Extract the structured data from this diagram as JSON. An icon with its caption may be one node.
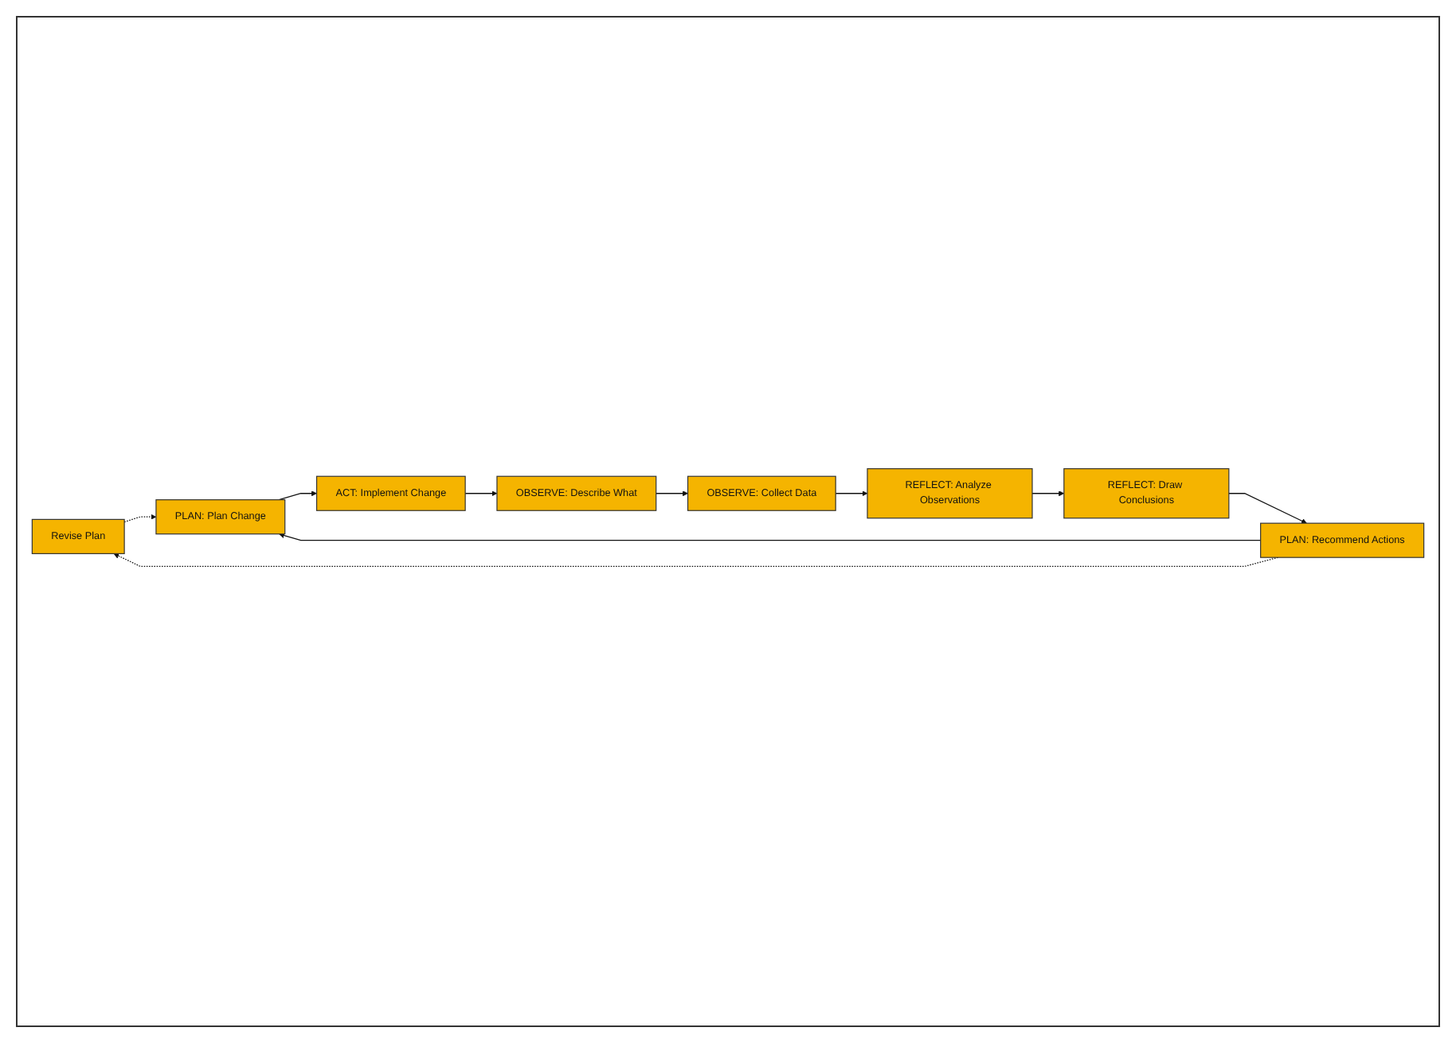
{
  "diagram": {
    "nodes": [
      {
        "text": [
          "Revise Plan"
        ]
      },
      {
        "text": [
          "PLAN: Plan Change"
        ]
      },
      {
        "text": [
          "ACT: Implement Change"
        ]
      },
      {
        "text": [
          "OBSERVE: Describe What"
        ]
      },
      {
        "text": [
          "OBSERVE: Collect Data"
        ]
      },
      {
        "text": [
          "REFLECT: Analyze Observations"
        ]
      },
      {
        "text": [
          "REFLECT: Draw Conclusions"
        ]
      },
      {
        "text": [
          "PLAN: Recommend Actions"
        ]
      }
    ],
    "edges": [
      {
        "from": 0,
        "to": 1,
        "arrow": "to",
        "style": "dashed"
      },
      {
        "from": 1,
        "to": 2,
        "arrow": "to"
      },
      {
        "from": 2,
        "to": 3,
        "arrow": "to"
      },
      {
        "from": 3,
        "to": 4,
        "arrow": "to"
      },
      {
        "from": 4,
        "to": 5,
        "arrow": "to"
      },
      {
        "from": 5,
        "to": 6,
        "arrow": "to"
      },
      {
        "from": 6,
        "to": 7,
        "arrow": "to"
      },
      {
        "from": 7,
        "to": 1,
        "arrow": "to"
      },
      {
        "from": 7,
        "to": 0,
        "arrow": "to",
        "style": "dashed"
      }
    ]
  }
}
